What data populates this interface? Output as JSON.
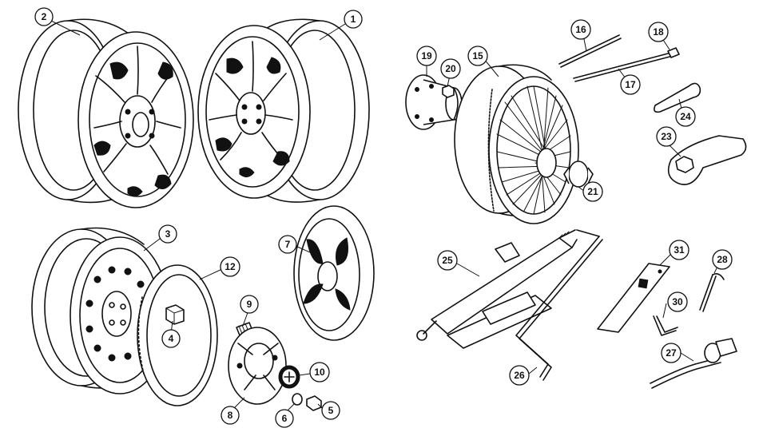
{
  "callouts": {
    "c1": "1",
    "c2": "2",
    "c3": "3",
    "c4": "4",
    "c5": "5",
    "c6": "6",
    "c7": "7",
    "c8": "8",
    "c9": "9",
    "c10": "10",
    "c12": "12",
    "c15": "15",
    "c16": "16",
    "c17": "17",
    "c18": "18",
    "c19": "19",
    "c20": "20",
    "c21": "21",
    "c23": "23",
    "c24": "24",
    "c25": "25",
    "c26": "26",
    "c27": "27",
    "c28": "28",
    "c30": "30",
    "c31": "31"
  },
  "colors": {
    "ink": "#111111",
    "paper": "#ffffff"
  }
}
